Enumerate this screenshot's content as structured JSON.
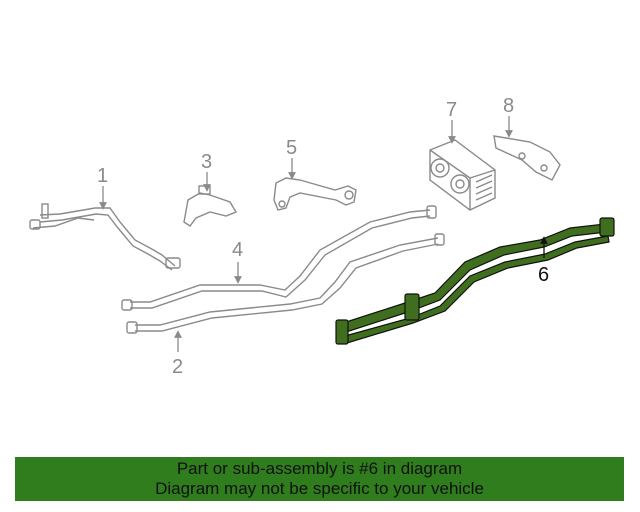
{
  "callouts": {
    "c1": "1",
    "c2": "2",
    "c3": "3",
    "c4": "4",
    "c5": "5",
    "c6": "6",
    "c7": "7",
    "c8": "8"
  },
  "highlight_part": "6",
  "colors": {
    "highlight_fill": "#3f6f1e",
    "banner": "#2f7d1c",
    "line_art": "#8a8a8a"
  },
  "banner": {
    "line1": "Part or sub-assembly is #6 in diagram",
    "line2": "Diagram may not be specific to your vehicle"
  }
}
